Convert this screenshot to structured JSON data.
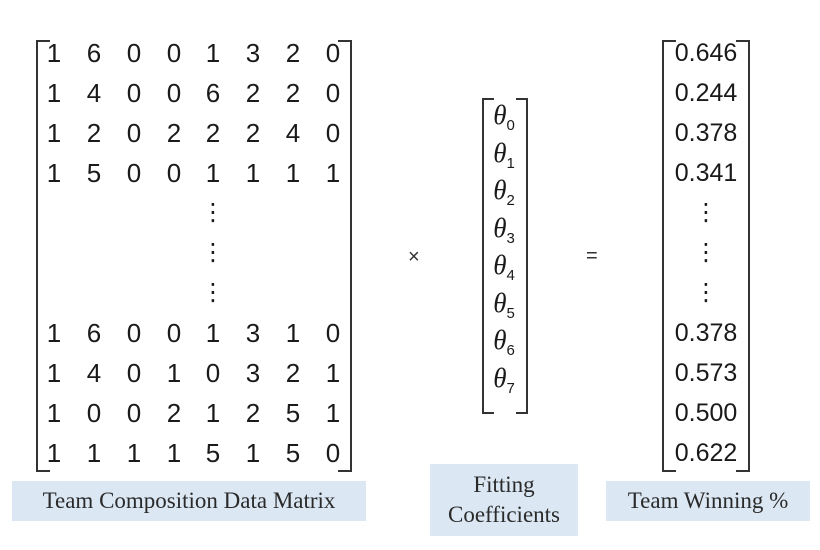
{
  "data_matrix": {
    "rows": [
      [
        "1",
        "6",
        "0",
        "0",
        "1",
        "3",
        "2",
        "0"
      ],
      [
        "1",
        "4",
        "0",
        "0",
        "6",
        "2",
        "2",
        "0"
      ],
      [
        "1",
        "2",
        "0",
        "2",
        "2",
        "2",
        "4",
        "0"
      ],
      [
        "1",
        "5",
        "0",
        "0",
        "1",
        "1",
        "1",
        "1"
      ],
      [
        "1",
        "6",
        "0",
        "0",
        "1",
        "3",
        "1",
        "0"
      ],
      [
        "1",
        "4",
        "0",
        "1",
        "0",
        "3",
        "2",
        "1"
      ],
      [
        "1",
        "0",
        "0",
        "2",
        "1",
        "2",
        "5",
        "1"
      ],
      [
        "1",
        "1",
        "1",
        "1",
        "5",
        "1",
        "5",
        "0"
      ]
    ],
    "ellipsis": "⋮"
  },
  "coefficients": {
    "symbol": "θ",
    "indices": [
      "0",
      "1",
      "2",
      "3",
      "4",
      "5",
      "6",
      "7"
    ]
  },
  "results": {
    "top": [
      "0.646",
      "0.244",
      "0.378",
      "0.341"
    ],
    "bottom": [
      "0.378",
      "0.573",
      "0.500",
      "0.622"
    ],
    "ellipsis": "⋮"
  },
  "operators": {
    "times": "×",
    "equals": "="
  },
  "labels": {
    "matrix": "Team Composition Data Matrix",
    "coefficients_line1": "Fitting",
    "coefficients_line2": "Coefficients",
    "results": "Team Winning %"
  }
}
